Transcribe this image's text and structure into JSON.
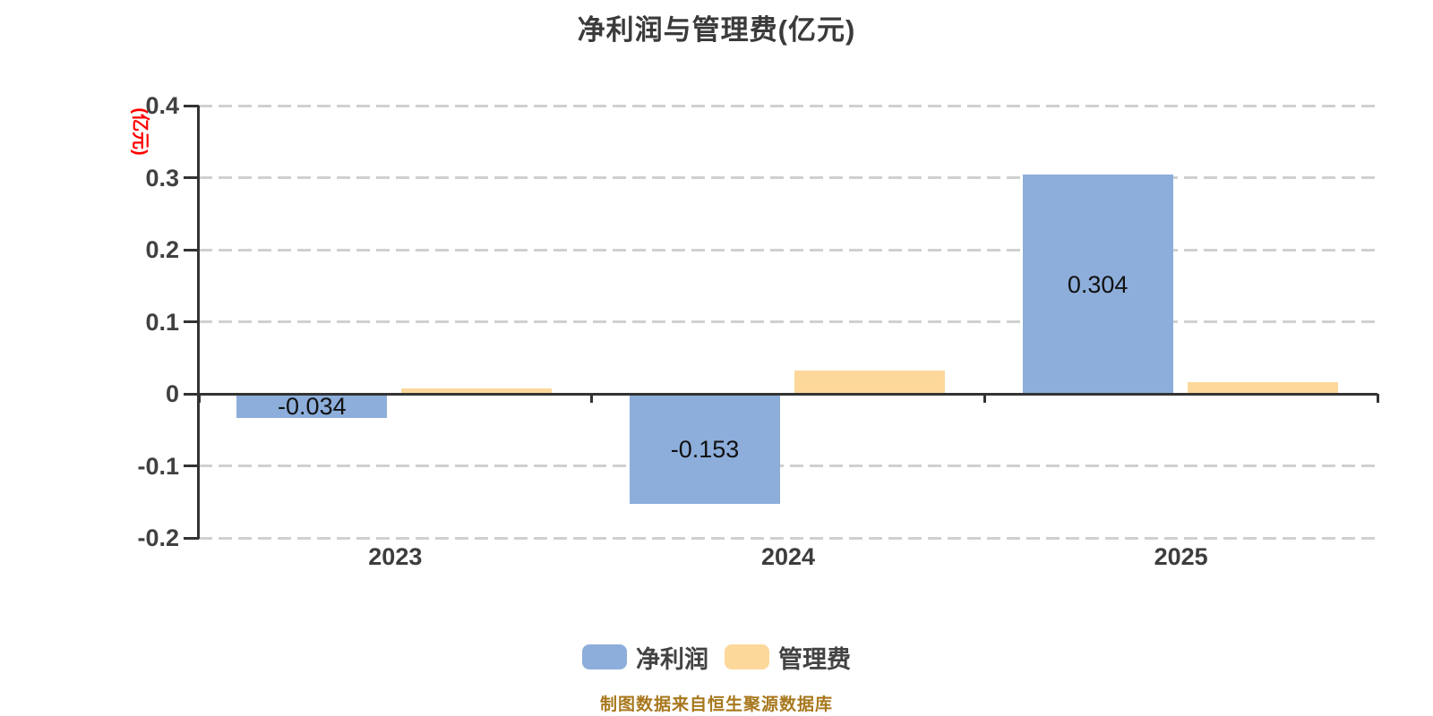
{
  "title": "净利润与管理费(亿元)",
  "y_axis_name": "(亿元)",
  "caption": "制图数据来自恒生聚源数据库",
  "colors": {
    "net_profit_bar": "#8daedb",
    "management_fee_bar": "#fdd89b",
    "axis_line": "#333333",
    "gridline": "#d0d0d0",
    "y_axis_name_red": "#ff0000",
    "caption_gold": "#a8781e"
  },
  "y_tick_labels": [
    "0.4",
    "0.3",
    "0.2",
    "0.1",
    "0",
    "-0.1",
    "-0.2"
  ],
  "chart_data": {
    "type": "bar",
    "title": "净利润与管理费(亿元)",
    "categories": [
      "2023",
      "2024",
      "2025"
    ],
    "series": [
      {
        "name": "净利润",
        "color": "#8daedb",
        "values": [
          -0.034,
          -0.153,
          0.304
        ],
        "labels": [
          "-0.034",
          "-0.153",
          "0.304"
        ]
      },
      {
        "name": "管理费",
        "color": "#fdd89b",
        "values": [
          0.007,
          0.032,
          0.016
        ],
        "labels": [
          "",
          "",
          ""
        ]
      }
    ],
    "ylabel": "(亿元)",
    "ylim": [
      -0.2,
      0.4
    ],
    "yticks": [
      0.4,
      0.3,
      0.2,
      0.1,
      0,
      -0.1,
      -0.2
    ],
    "grid": "horizontal-dashed",
    "legend_position": "bottom"
  },
  "legend": {
    "items": [
      {
        "label": "净利润",
        "color": "#8daedb"
      },
      {
        "label": "管理费",
        "color": "#fdd89b"
      }
    ]
  }
}
